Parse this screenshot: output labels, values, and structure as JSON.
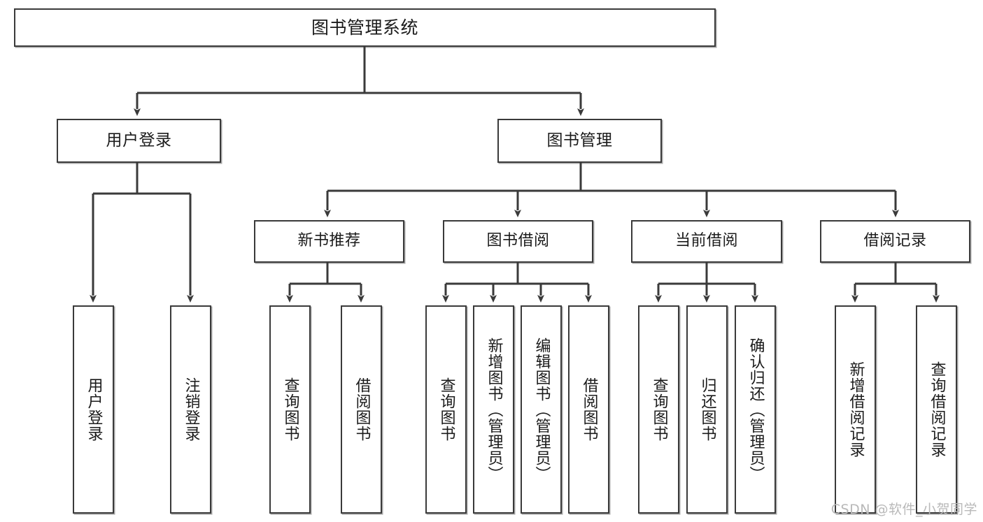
{
  "diagram": {
    "title": "图书管理系统",
    "type": "tree-hierarchy",
    "watermark": "CSDN @软件_小贺同学",
    "style": {
      "box_fill": "#ffffff",
      "box_stroke": "#3a3a3a",
      "text_color": "#1b1b1b",
      "connector_color": "#3a3a3a",
      "background": "#ffffff",
      "watermark_color": "#b9b9b9"
    },
    "root": {
      "id": "root",
      "label": "图书管理系统"
    },
    "level1": [
      {
        "id": "n-user-login",
        "label": "用户登录"
      },
      {
        "id": "n-book-manage",
        "label": "图书管理"
      }
    ],
    "level2": [
      {
        "id": "n-new-book-rec",
        "label": "新书推荐",
        "parent": "n-book-manage"
      },
      {
        "id": "n-book-borrow",
        "label": "图书借阅",
        "parent": "n-book-manage"
      },
      {
        "id": "n-current-borrow",
        "label": "当前借阅",
        "parent": "n-book-manage"
      },
      {
        "id": "n-borrow-record",
        "label": "借阅记录",
        "parent": "n-book-manage"
      }
    ],
    "leaves": [
      {
        "id": "l-user-login",
        "label": "用户登录",
        "parent": "n-user-login"
      },
      {
        "id": "l-logout-login",
        "label": "注销登录",
        "parent": "n-user-login"
      },
      {
        "id": "l-query-book-1",
        "label": "查询图书",
        "parent": "n-new-book-rec"
      },
      {
        "id": "l-borrow-book-1",
        "label": "借阅图书",
        "parent": "n-new-book-rec"
      },
      {
        "id": "l-query-book-2",
        "label": "查询图书",
        "parent": "n-book-borrow"
      },
      {
        "id": "l-add-book",
        "label": "新增图书（管理员）",
        "parent": "n-book-borrow"
      },
      {
        "id": "l-edit-book",
        "label": "编辑图书（管理员）",
        "parent": "n-book-borrow"
      },
      {
        "id": "l-borrow-book-2",
        "label": "借阅图书",
        "parent": "n-book-borrow"
      },
      {
        "id": "l-query-book-3",
        "label": "查询图书",
        "parent": "n-current-borrow"
      },
      {
        "id": "l-return-book",
        "label": "归还图书",
        "parent": "n-current-borrow"
      },
      {
        "id": "l-confirm-return",
        "label": "确认归还（管理员）",
        "parent": "n-current-borrow"
      },
      {
        "id": "l-add-record",
        "label": "新增借阅记录",
        "parent": "n-borrow-record"
      },
      {
        "id": "l-query-record",
        "label": "查询借阅记录",
        "parent": "n-borrow-record"
      }
    ]
  }
}
